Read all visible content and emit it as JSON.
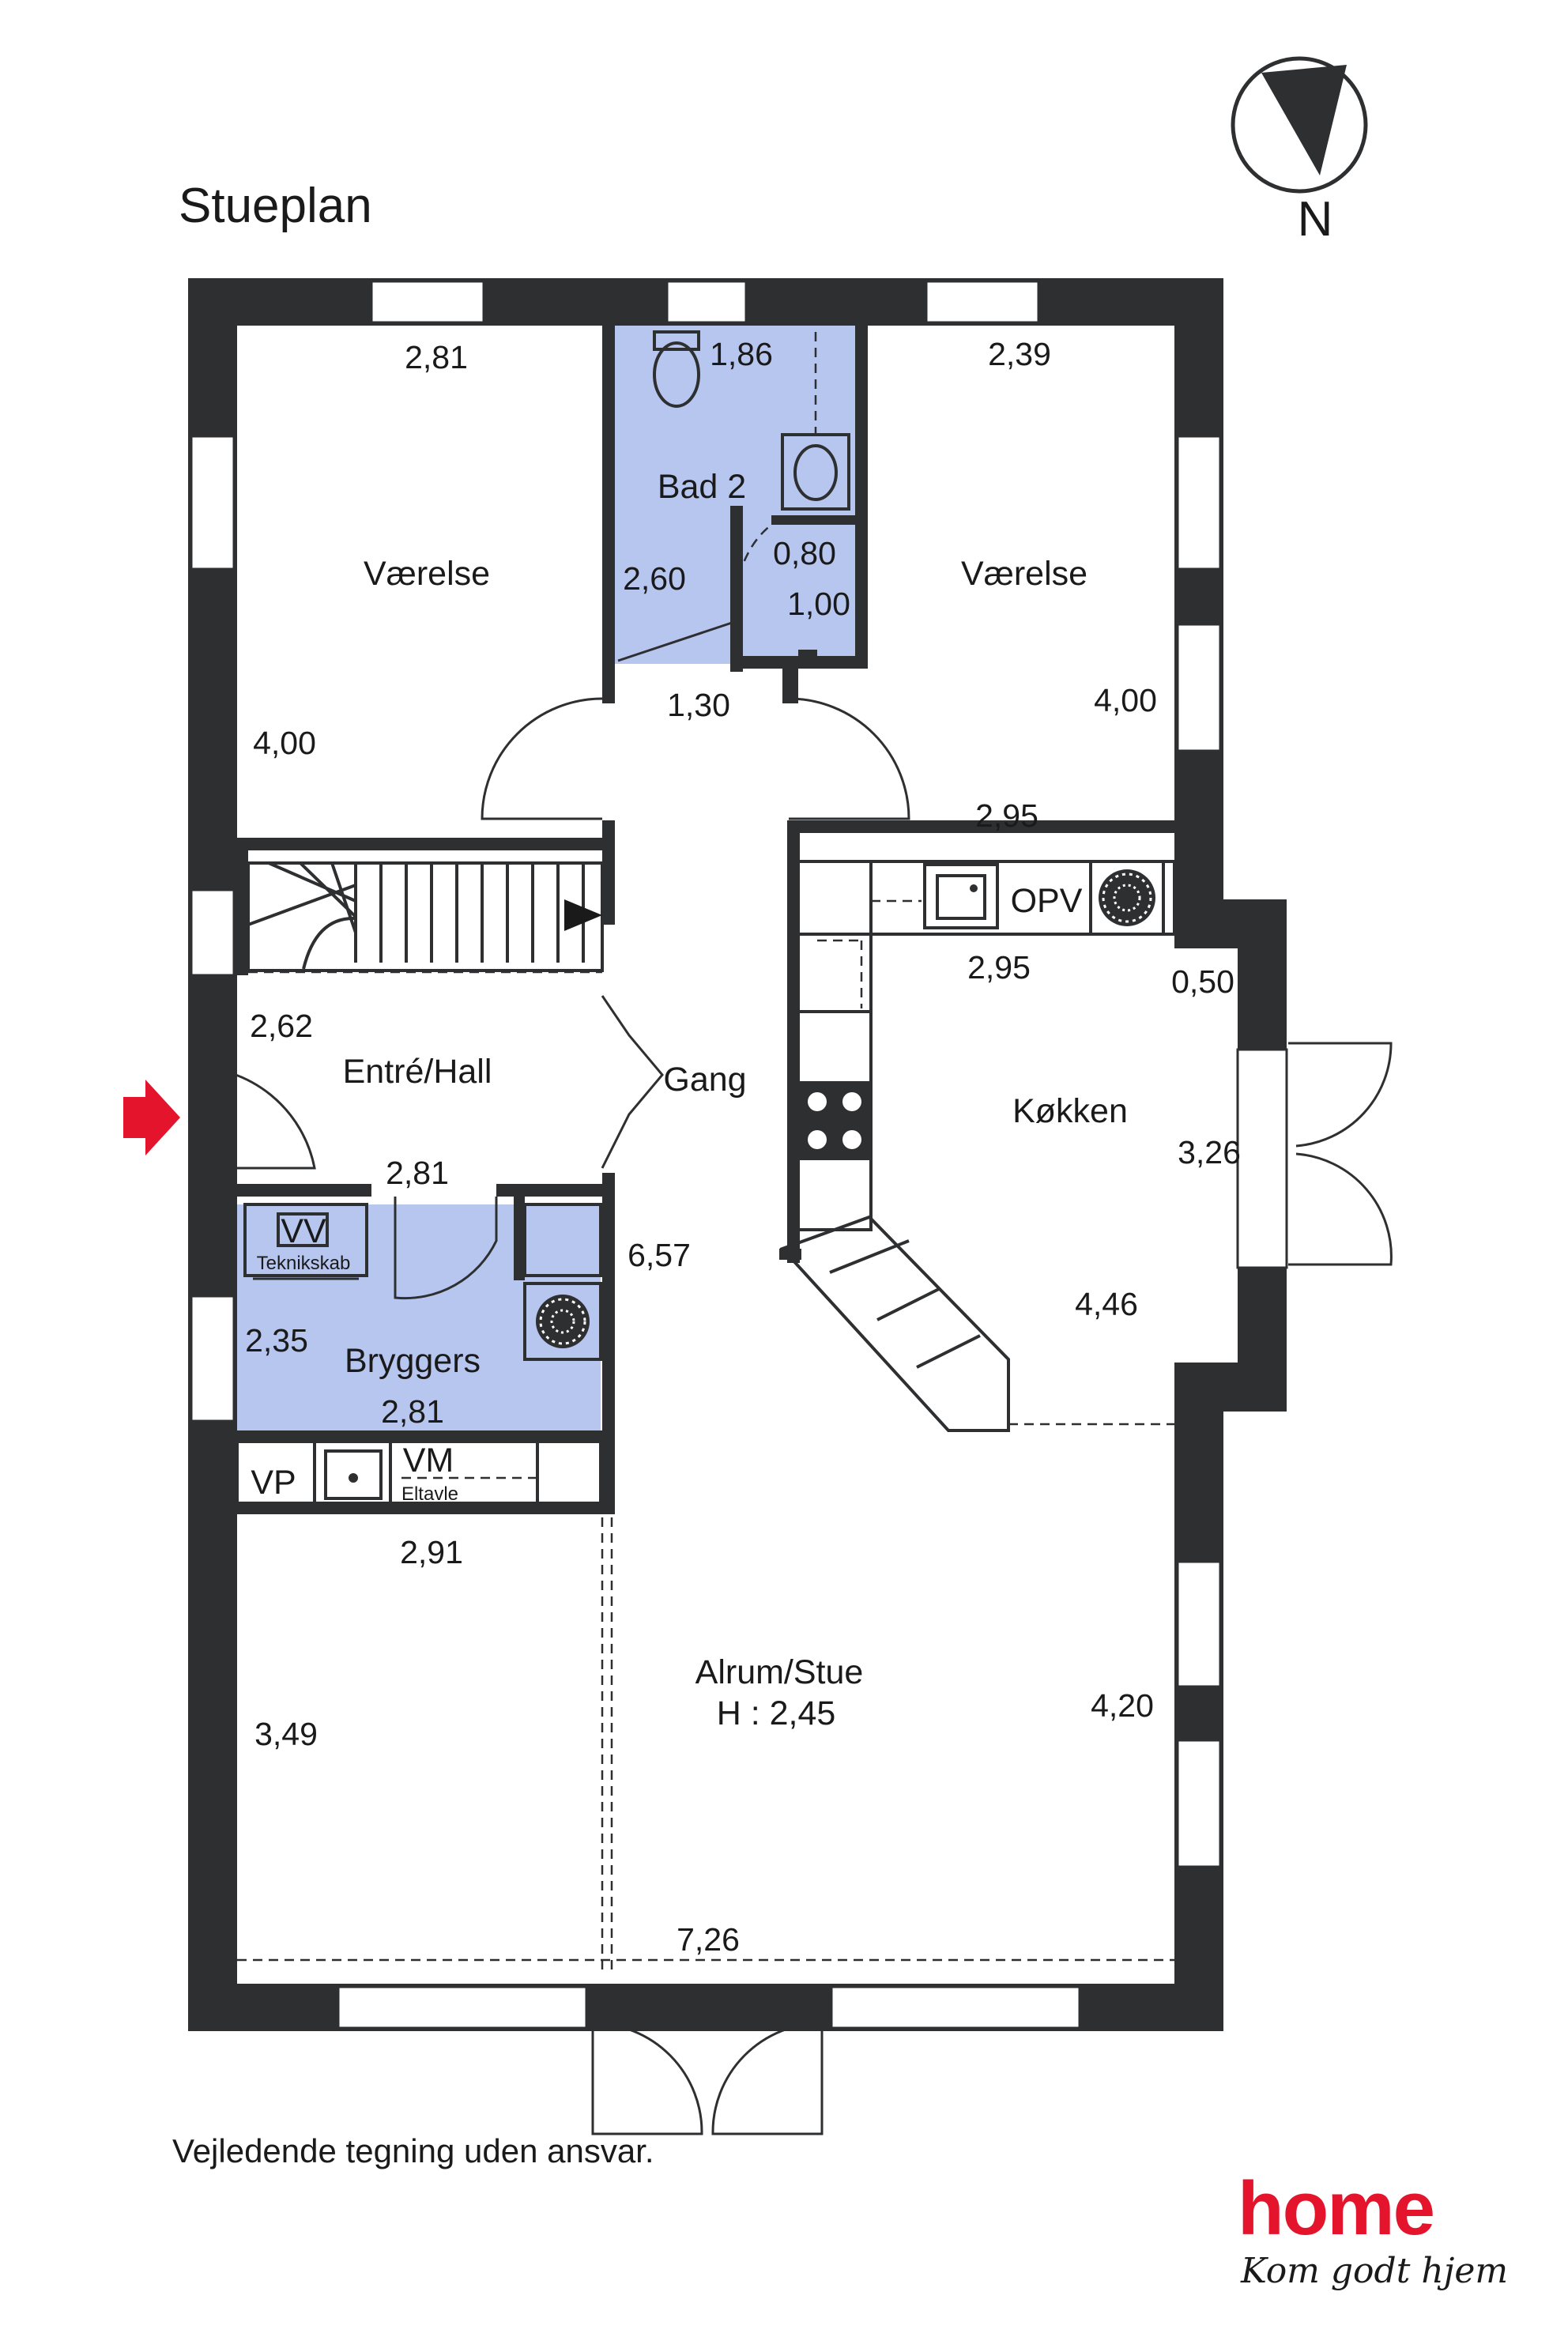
{
  "title": "Stueplan",
  "north": {
    "label": "N"
  },
  "rooms": {
    "vaerelse_left": "Værelse",
    "bad2": "Bad 2",
    "vaerelse_right": "Værelse",
    "entre": "Entré/Hall",
    "gang": "Gang",
    "koekken": "Køkken",
    "bryggers": "Bryggers",
    "alrum": "Alrum/Stue",
    "alrum_height": "H : 2,45"
  },
  "fixtures": {
    "opv": "OPV",
    "vv": "VV",
    "teknikskab": "Teknikskab",
    "vp": "VP",
    "vm": "VM",
    "eltavle": "Eltavle"
  },
  "dimensions": {
    "d_281_top_left": "2,81",
    "d_400_left": "4,00",
    "d_186": "1,86",
    "d_260": "2,60",
    "d_080": "0,80",
    "d_100": "1,00",
    "d_130": "1,30",
    "d_239": "2,39",
    "d_400_right": "4,00",
    "d_295_room": "2,95",
    "d_295_kitchen": "2,95",
    "d_050": "0,50",
    "d_262": "2,62",
    "d_281_entre": "2,81",
    "d_657": "6,57",
    "d_326": "3,26",
    "d_446": "4,46",
    "d_235": "2,35",
    "d_281_bryggers": "2,81",
    "d_291": "2,91",
    "d_349": "3,49",
    "d_420": "4,20",
    "d_726": "7,26"
  },
  "disclaimer": "Vejledende tegning uden ansvar.",
  "logo": {
    "brand": "home",
    "tagline": "Kom godt hjem"
  },
  "colors": {
    "wall": "#2e2f31",
    "wet_room": "#b7c6ef",
    "entrance_arrow": "#e3142b"
  }
}
